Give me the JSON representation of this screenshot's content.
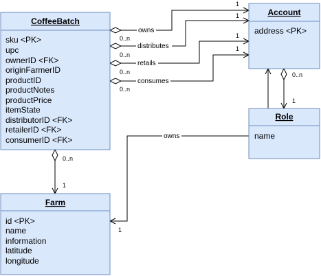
{
  "entities": {
    "coffee_batch": {
      "title": "CoffeeBatch",
      "attributes": [
        "sku <PK>",
        "upc",
        "ownerID <FK>",
        "originFarmerID",
        "productID",
        "productNotes",
        "productPrice",
        "itemState",
        "distributorID <FK>",
        "retailerID <FK>",
        "consumerID <FK>"
      ]
    },
    "account": {
      "title": "Account",
      "attributes": [
        "address <PK>"
      ]
    },
    "role": {
      "title": "Role",
      "attributes": [
        "name"
      ]
    },
    "farm": {
      "title": "Farm",
      "attributes": [
        "id <PK>",
        "name",
        "information",
        "latitude",
        "longitude"
      ]
    }
  },
  "relations": {
    "owns": {
      "label": "owns",
      "from_card": "0..n",
      "to_card": "1"
    },
    "distributes": {
      "label": "distributes",
      "from_card": "0..n",
      "to_card": "1"
    },
    "retails": {
      "label": "retails",
      "from_card": "0..n",
      "to_card": "1"
    },
    "consumes": {
      "label": "consumes",
      "from_card": "0..n",
      "to_card": "1"
    },
    "account_role": {
      "label": "",
      "from_card": "0..n",
      "to_card": "1"
    },
    "batch_farm": {
      "label": "",
      "from_card": "0..n",
      "to_card": "1"
    },
    "farm_owns": {
      "label": "owns",
      "from_card": "1",
      "to_card": "1"
    }
  }
}
